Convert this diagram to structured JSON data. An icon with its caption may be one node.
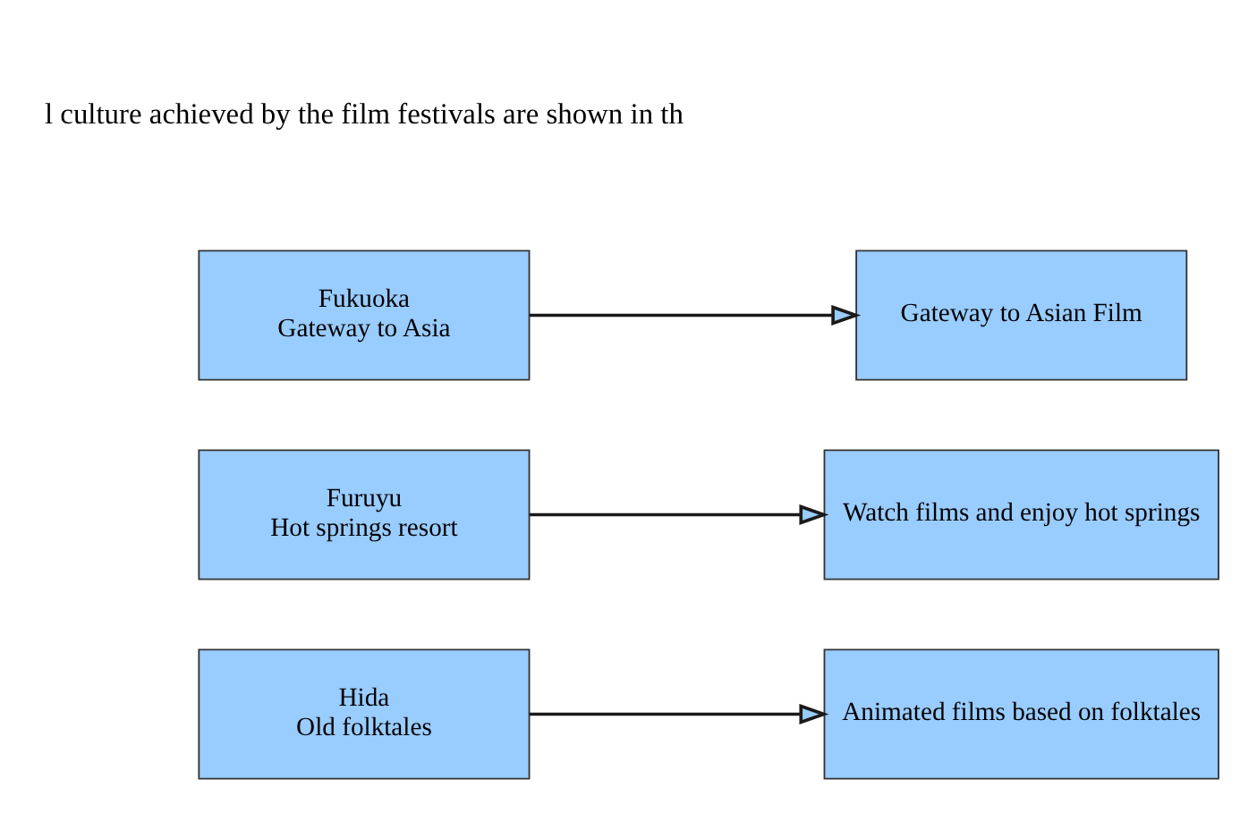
{
  "diagram": {
    "nodes": [
      {
        "text": [
          "Fukuoka",
          "Gateway to Asia"
        ]
      },
      {
        "text": [
          "Gateway to Asian Film"
        ]
      },
      {
        "text": [
          "Furuyu",
          "Hot springs resort"
        ]
      },
      {
        "text": [
          "Watch films and enjoy hot springs"
        ]
      },
      {
        "text": [
          "Hida",
          "Old folktales"
        ]
      },
      {
        "text": [
          "Animated films based on folktales"
        ]
      }
    ],
    "edges": [
      {
        "from": 0,
        "to": 1,
        "arrow": "to"
      },
      {
        "from": 2,
        "to": 3,
        "arrow": "to"
      },
      {
        "from": 4,
        "to": 5,
        "arrow": "to"
      }
    ],
    "labels": [
      "l culture achieved by the film festivals are shown in th"
    ]
  }
}
